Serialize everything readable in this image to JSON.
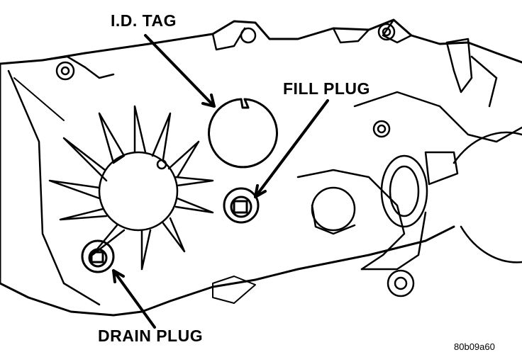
{
  "labels": {
    "id_tag": "I.D. TAG",
    "fill_plug": "FILL PLUG",
    "drain_plug": "DRAIN PLUG"
  },
  "figure_code": "80b09a60",
  "colors": {
    "line": "#000000",
    "background": "#ffffff"
  }
}
